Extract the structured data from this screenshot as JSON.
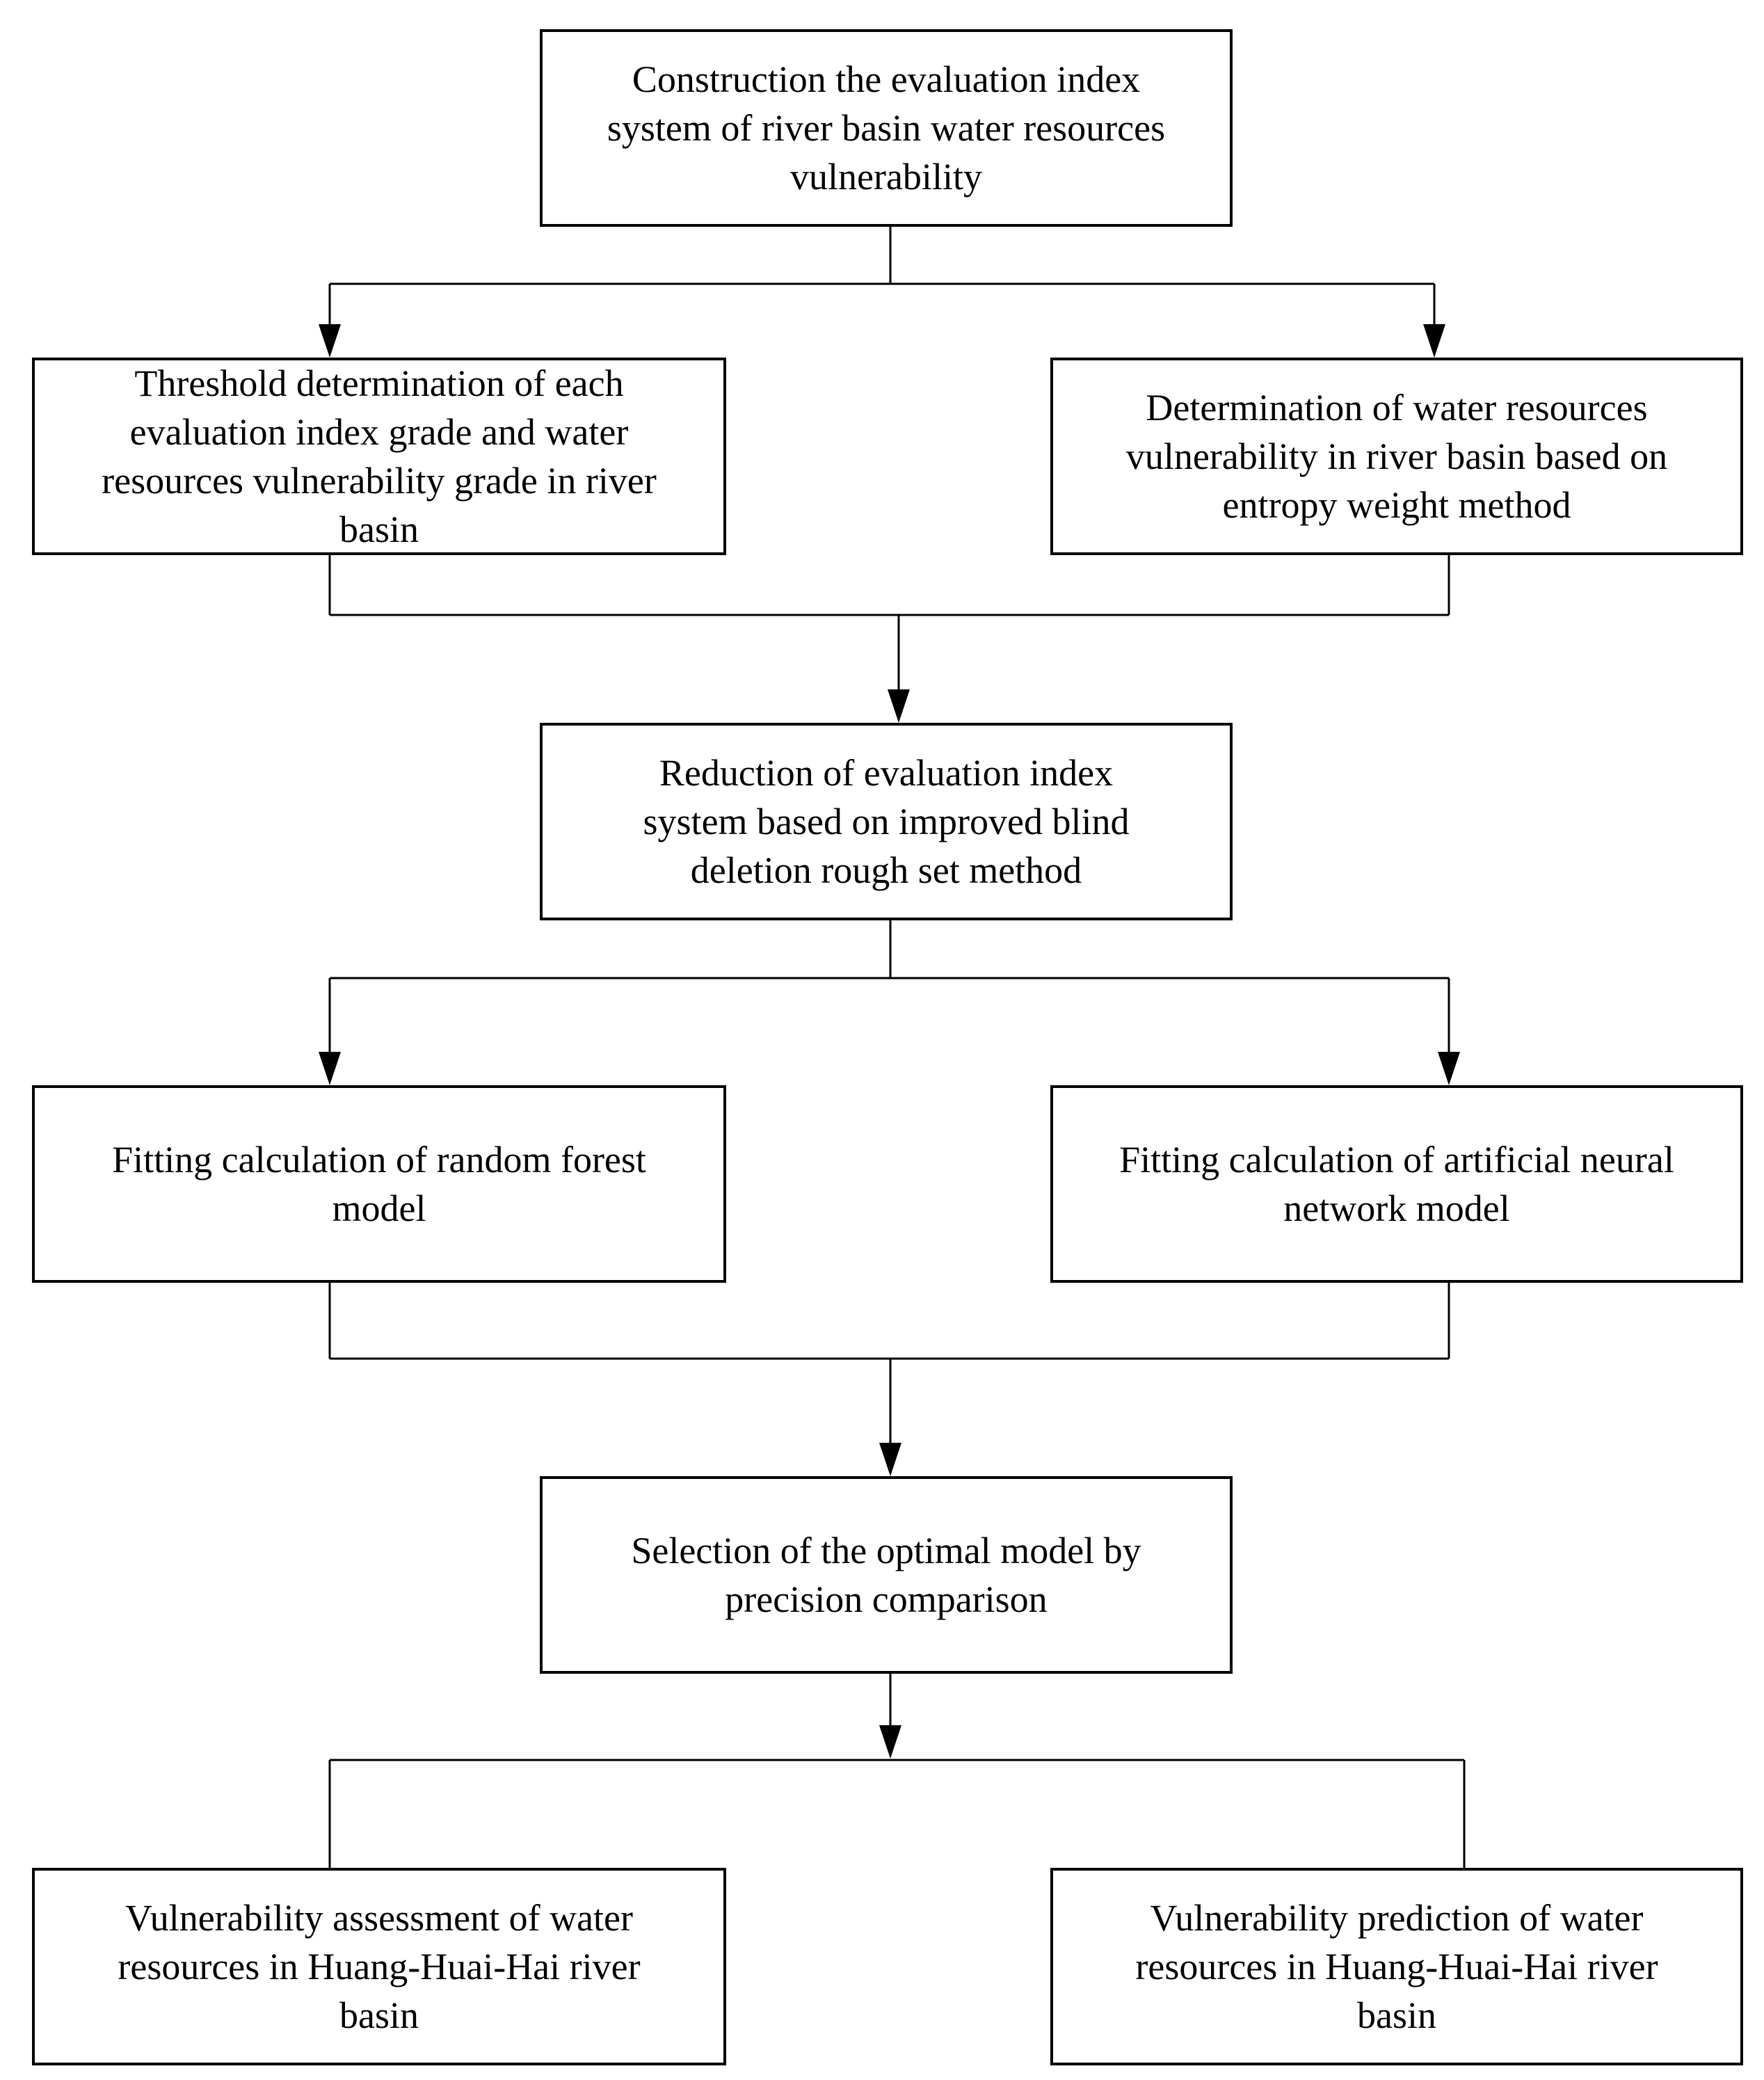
{
  "diagram": {
    "boxes": {
      "construction": "Construction the evaluation index\nsystem of river basin water resources\nvulnerability",
      "threshold": "Threshold determination   of each\nevaluation index grade and water\nresources vulnerability grade in river\nbasin",
      "entropy": "Determination of water resources\nvulnerability in river basin based on\nentropy weight method",
      "reduction": "Reduction of evaluation index\nsystem based on improved blind\ndeletion rough set method",
      "random_forest": "Fitting calculation of random forest\nmodel",
      "ann": "Fitting calculation of artificial neural\nnetwork model",
      "selection": "Selection of the optimal model by\nprecision comparison",
      "assessment": "Vulnerability assessment of water\nresources in Huang-Huai-Hai river\nbasin",
      "prediction": "Vulnerability prediction of water\nresources in Huang-Huai-Hai river\nbasin"
    },
    "colors": {
      "stroke": "#000000",
      "background": "#ffffff",
      "text": "#000000"
    }
  }
}
